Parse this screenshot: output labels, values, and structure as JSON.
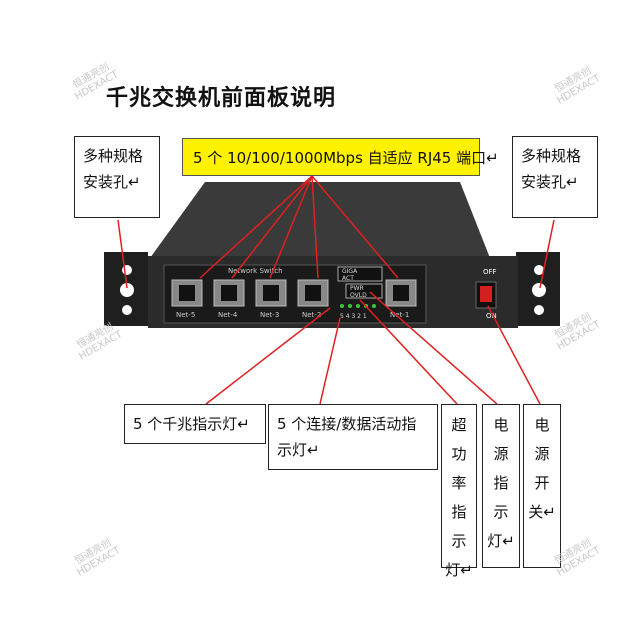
{
  "title": "千兆交换机前面板说明",
  "labels": {
    "mount_left": [
      "多种规格",
      "安装孔↵"
    ],
    "mount_right": [
      "多种规格",
      "安装孔↵"
    ],
    "ports": "5 个 10/100/1000Mbps  自适应 RJ45 端口↵",
    "gigabit_led": "5 个千兆指示灯↵",
    "activity_led": [
      "5 个连接/数据活动指",
      "示灯↵"
    ],
    "overload_led": [
      "超",
      "功",
      "率",
      "指",
      "示",
      "灯↵"
    ],
    "power_led": [
      "电",
      "源",
      "指",
      "示",
      "灯↵"
    ],
    "power_switch": [
      "电",
      "源",
      "开",
      "关↵"
    ]
  },
  "device": {
    "brand_label": "Network Switch",
    "ports": [
      "Net-5",
      "Net-4",
      "Net-3",
      "Net-2",
      "Net-1"
    ],
    "led_legend_top": [
      "GIGA",
      "ACT"
    ],
    "led_legend_bottom": [
      "PWR",
      "OVLD"
    ],
    "led_numbers": "5 4 3 2 1",
    "switch_off": "OFF",
    "switch_on": "ON"
  },
  "watermark": [
    "恒通亮创",
    "HDEXACT"
  ],
  "colors": {
    "callout": "#fff200",
    "arrow": "#e02020",
    "chassis": "#2b2b2b"
  }
}
